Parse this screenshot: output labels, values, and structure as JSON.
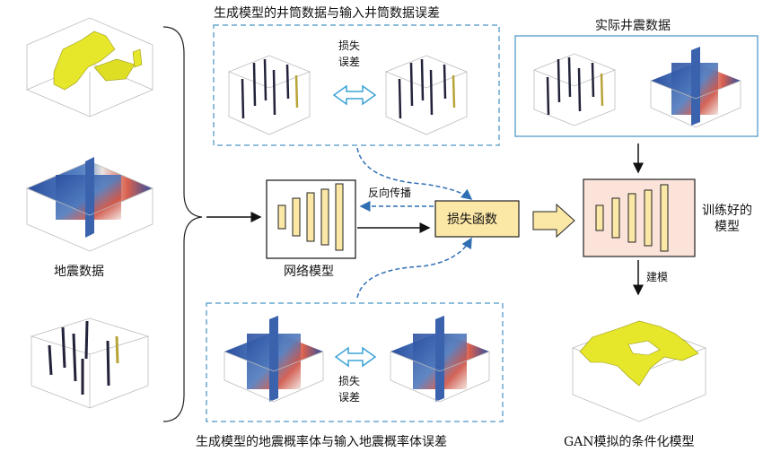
{
  "labels": {
    "top_title": "生成模型的井筒数据与输入井筒数据误差",
    "bottom_title": "生成模型的地震概率体与输入地震概率体误差",
    "actual_data": "实际井震数据",
    "seismic_data": "地震数据",
    "network_model": "网络模型",
    "backprop": "反向传播",
    "loss_function": "损失函数",
    "trained_model": "训练好的\n模型",
    "modeling": "建模",
    "gan_result": "GAN模拟的条件化模型",
    "loss_error_top": "损失\n误差",
    "loss_error_bottom": "损失\n误差"
  },
  "colors": {
    "dashed_blue": "#6aa8d0",
    "arrow_blue": "#2f6fb3",
    "box_yellow": "#fbe7a6",
    "box_pink": "#fbe3da",
    "bar_fill": "#fbe7a6",
    "geo_yellow": "#e6e62a",
    "slice_blue": "#2e5aa8",
    "slice_red": "#c4453d"
  }
}
